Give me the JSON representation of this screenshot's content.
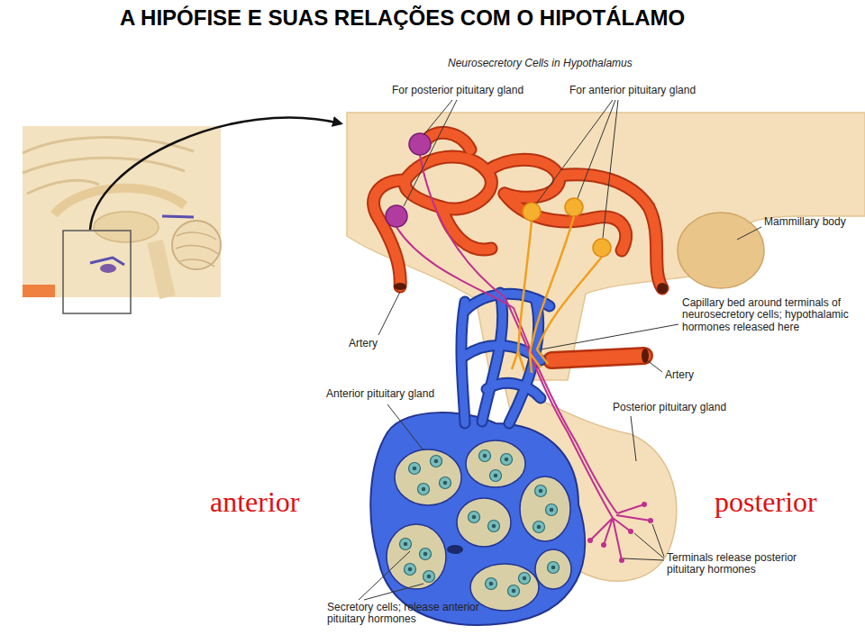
{
  "diagram": {
    "title": "A HIPÓFISE E SUAS RELAÇÕES COM O HIPOTÁLAMO",
    "labels": [
      "Neurosecretory Cells in Hypothalamus",
      "For posterior pituitary gland",
      "For anterior pituitary gland",
      "Mammillary body",
      "Artery",
      "Capillary bed around terminals of neurosecretory cells; hypothalamic hormones released here",
      "Artery",
      "Anterior pituitary gland",
      "Posterior pituitary gland",
      "anterior",
      "posterior",
      "Terminals release posterior pituitary hormones",
      "Secretory cells; release anterior pituitary hormones"
    ]
  }
}
